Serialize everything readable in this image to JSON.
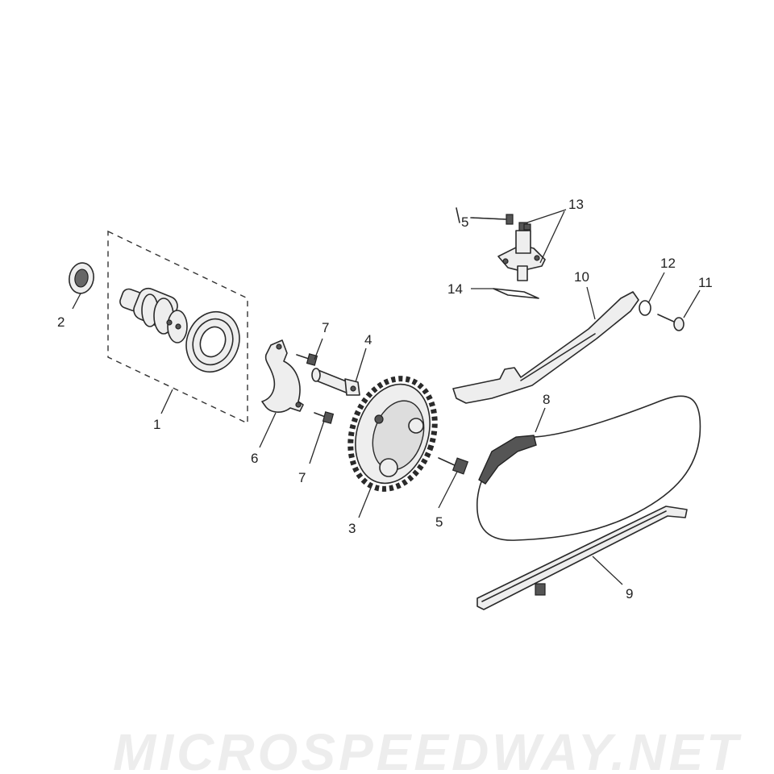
{
  "callouts": {
    "c1": "1",
    "c2": "2",
    "c3": "3",
    "c4": "4",
    "c5a": "5",
    "c5b": "5",
    "c6": "6",
    "c7a": "7",
    "c7b": "7",
    "c8": "8",
    "c9": "9",
    "c10": "10",
    "c11": "11",
    "c12": "12",
    "c13": "13",
    "c14": "14"
  },
  "watermark": "MICROSPEEDWAY.NET",
  "icons": {
    "camshaft": "camshaft-icon",
    "bearing": "bearing-icon",
    "oil_seal": "oil-seal-icon",
    "sprocket": "cam-sprocket-icon",
    "chain": "timing-chain-icon",
    "tensioner": "chain-tensioner-icon"
  }
}
